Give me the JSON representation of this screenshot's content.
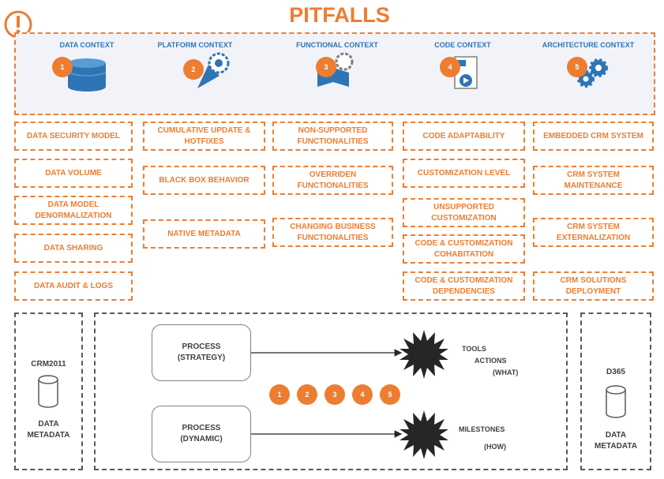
{
  "title": "PITFALLS",
  "accent": "#ed7d31",
  "icon_accent": "#2e75b6",
  "contexts": [
    {
      "label": "DATA CONTEXT",
      "num": "1",
      "icon": "database-icon"
    },
    {
      "label": "PLATFORM CONTEXT",
      "num": "2",
      "icon": "platform-gear-icon"
    },
    {
      "label": "FUNCTIONAL CONTEXT",
      "num": "3",
      "icon": "functional-gear-icon"
    },
    {
      "label": "CODE CONTEXT",
      "num": "4",
      "icon": "code-document-icon"
    },
    {
      "label": "ARCHITECTURE CONTEXT",
      "num": "5",
      "icon": "architecture-gears-icon"
    }
  ],
  "pitfalls": {
    "data": [
      "DATA SECURITY MODEL",
      "DATA VOLUME",
      "DATA MODEL DENORMALIZATION",
      "DATA SHARING",
      "DATA AUDIT & LOGS"
    ],
    "platform": [
      "CUMULATIVE UPDATE & HOTFIXES",
      "BLACK BOX BEHAVIOR",
      "NATIVE METADATA"
    ],
    "functional": [
      "NON-SUPPORTED FUNCTIONALITIES",
      "OVERRIDEN FUNCTIONALITIES",
      "CHANGING BUSINESS FUNCTIONALITIES"
    ],
    "code": [
      "CODE ADAPTABILITY",
      "CUSTOMIZATION LEVEL",
      "UNSUPPORTED CUSTOMIZATION",
      "CODE & CUSTOMIZATION COHABITATION",
      "CODE & CUSTOMIZATION DEPENDENCIES"
    ],
    "architecture": [
      "EMBEDDED CRM SYSTEM",
      "CRM SYSTEM MAINTENANCE",
      "CRM SYSTEM EXTERNALIZATION",
      "CRM SOLUTIONS DEPLOYMENT"
    ]
  },
  "left_system": {
    "name": "CRM2011",
    "caption_1": "DATA",
    "caption_2": "METADATA"
  },
  "right_system": {
    "name": "D365",
    "caption_1": "DATA",
    "caption_2": "METADATA"
  },
  "process_strategy": {
    "line1": "PROCESS",
    "line2": "(STRATEGY)"
  },
  "process_dynamic": {
    "line1": "PROCESS",
    "line2": "(DYNAMIC)"
  },
  "outputs": {
    "tools": "TOOLS",
    "actions": "ACTIONS",
    "what": "(WHAT)",
    "milestones": "MILESTONES",
    "how": "(HOW)"
  },
  "steps": [
    "1",
    "2",
    "3",
    "4",
    "5"
  ]
}
